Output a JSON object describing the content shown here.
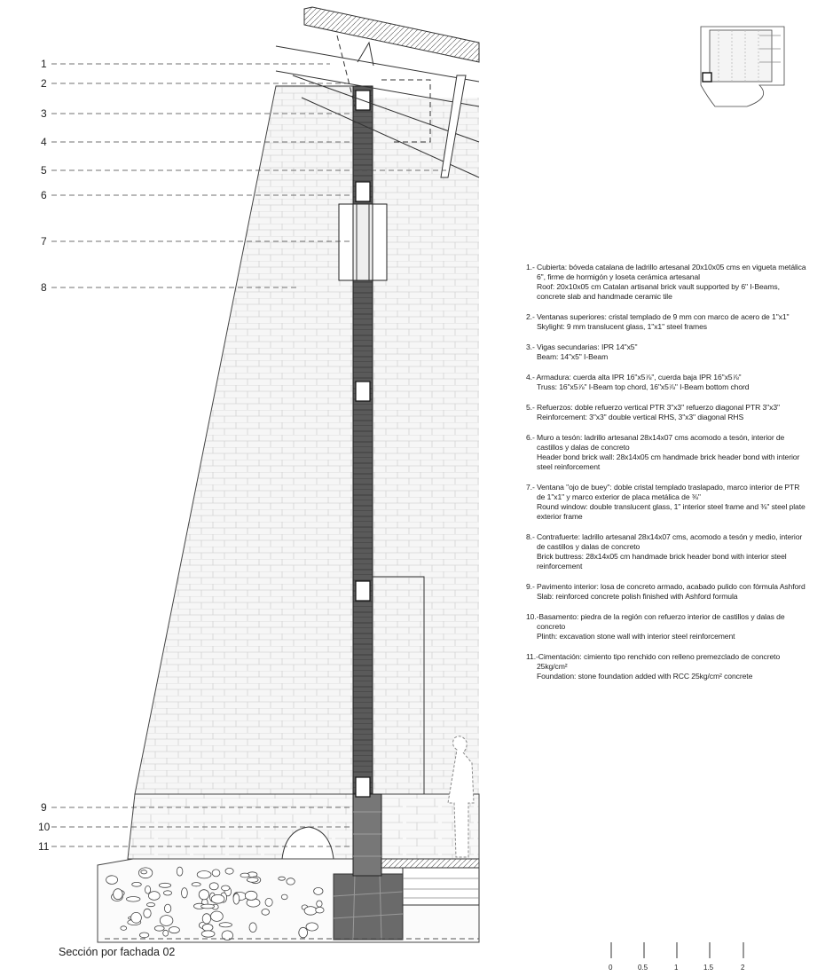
{
  "callouts": [
    "1",
    "2",
    "3",
    "4",
    "5",
    "6",
    "7",
    "8",
    "9",
    "10",
    "11"
  ],
  "legend": [
    {
      "es": "1.- Cubierta: bóveda catalana de ladrillo artesanal 20x10x05 cms en vigueta metálica 6\", firme de hormigón y loseta cerámica artesanal",
      "en": "Roof: 20x10x05 cm Catalan artisanal brick vault supported by 6\" I-Beams, concrete slab and handmade ceramic tile"
    },
    {
      "es": "2.- Ventanas superiores: cristal templado de 9 mm con marco de acero de 1\"x1\"",
      "en": "Skylight: 9 mm translucent glass, 1\"x1\" steel frames"
    },
    {
      "es": "3.- Vigas secundarias: IPR 14\"x5\"",
      "en": "Beam: 14\"x5\" I-Beam"
    },
    {
      "es": "4.- Armadura: cuerda alta IPR 16\"x5⅞\", cuerda baja IPR 16\"x5⅞\"",
      "en": "Truss: 16\"x5⅞\" I-Beam top chord, 16\"x5⅞\" I-Beam bottom chord"
    },
    {
      "es": "5.- Refuerzos: doble refuerzo vertical PTR 3\"x3\" refuerzo diagonal PTR 3\"x3\"",
      "en": "Reinforcement: 3\"x3\" double vertical RHS, 3\"x3\" diagonal RHS"
    },
    {
      "es": "6.- Muro a tesón: ladrillo artesanal 28x14x07 cms acomodo a tesón, interior de castillos y dalas de concreto",
      "en": "Header bond brick wall: 28x14x05 cm handmade brick header bond with interior steel reinforcement"
    },
    {
      "es": "7.- Ventana \"ojo de buey\": doble cristal templado traslapado, marco interior de PTR de 1\"x1\" y marco exterior de placa metálica de ⅜\"",
      "en": "Round window: double translucent glass, 1\" interior steel frame and ⅜\" steel plate exterior frame"
    },
    {
      "es": "8.- Contrafuerte: ladrillo artesanal 28x14x07 cms, acomodo a tesón y medio, interior de castillos y dalas de concreto",
      "en": "Brick buttress: 28x14x05 cm handmade brick header bond with interior steel reinforcement"
    },
    {
      "es": "9.- Pavimento interior: losa de concreto armado, acabado pulido con fórmula Ashford",
      "en": "Slab: reinforced concrete polish finished with Ashford formula"
    },
    {
      "es": "10.-Basamento: piedra de la región con refuerzo interior de castillos y dalas de concreto",
      "en": "Plinth: excavation stone wall with interior steel reinforcement"
    },
    {
      "es": "11.-Cimentación: cimiento tipo renchido con relleno premezclado de concreto 25kg/cm²",
      "en": "Foundation: stone foundation added with RCC 25kg/cm² concrete"
    }
  ],
  "caption": "Sección por fachada 02",
  "scale": [
    "0",
    "0.5",
    "1",
    "1.5",
    "2"
  ],
  "colors": {
    "ink": "#222222",
    "brick": "#555555",
    "fill": "#f4f4f4"
  }
}
